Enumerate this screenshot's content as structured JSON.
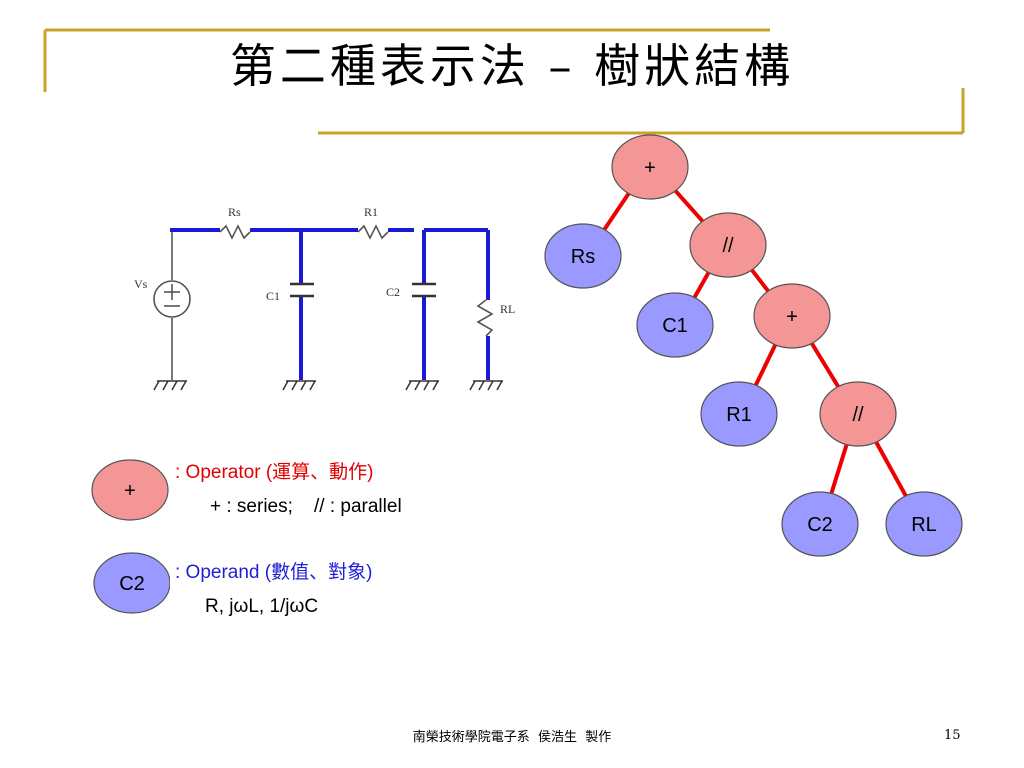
{
  "slide": {
    "title": "第二種表示法 – 樹狀結構",
    "page_number": "15",
    "footer": "南榮技術學院電子系  侯浩生  製作"
  },
  "colors": {
    "operator_fill": "#f49696",
    "operand_fill": "#9999ff",
    "tree_edge": "#ee0000",
    "wire": "#1a1ad6",
    "frame": "#c9a227",
    "operator_text": "#e00000",
    "operand_text": "#1f1fd6"
  },
  "circuit": {
    "labels": {
      "vs": "Vs",
      "rs": "Rs",
      "r1": "R1",
      "c1": "C1",
      "c2": "C2",
      "rl": "RL"
    }
  },
  "tree": {
    "nodes": [
      {
        "id": "n1",
        "label": "+",
        "kind": "operator"
      },
      {
        "id": "n2",
        "label": "Rs",
        "kind": "operand"
      },
      {
        "id": "n3",
        "label": "//",
        "kind": "operator"
      },
      {
        "id": "n4",
        "label": "C1",
        "kind": "operand"
      },
      {
        "id": "n5",
        "label": "+",
        "kind": "operator"
      },
      {
        "id": "n6",
        "label": "R1",
        "kind": "operand"
      },
      {
        "id": "n7",
        "label": "//",
        "kind": "operator"
      },
      {
        "id": "n8",
        "label": "C2",
        "kind": "operand"
      },
      {
        "id": "n9",
        "label": "RL",
        "kind": "operand"
      }
    ],
    "edges": [
      [
        "n1",
        "n2"
      ],
      [
        "n1",
        "n3"
      ],
      [
        "n3",
        "n4"
      ],
      [
        "n3",
        "n5"
      ],
      [
        "n5",
        "n6"
      ],
      [
        "n5",
        "n7"
      ],
      [
        "n7",
        "n8"
      ],
      [
        "n7",
        "n9"
      ]
    ]
  },
  "legend": {
    "operator": {
      "node_label": "+",
      "title": ": Operator (運算、動作)",
      "detail": "+ : series;    // : parallel"
    },
    "operand": {
      "node_label": "C2",
      "title": ": Operand (數值、對象)",
      "detail": "R, jωL, 1/jωC"
    }
  }
}
